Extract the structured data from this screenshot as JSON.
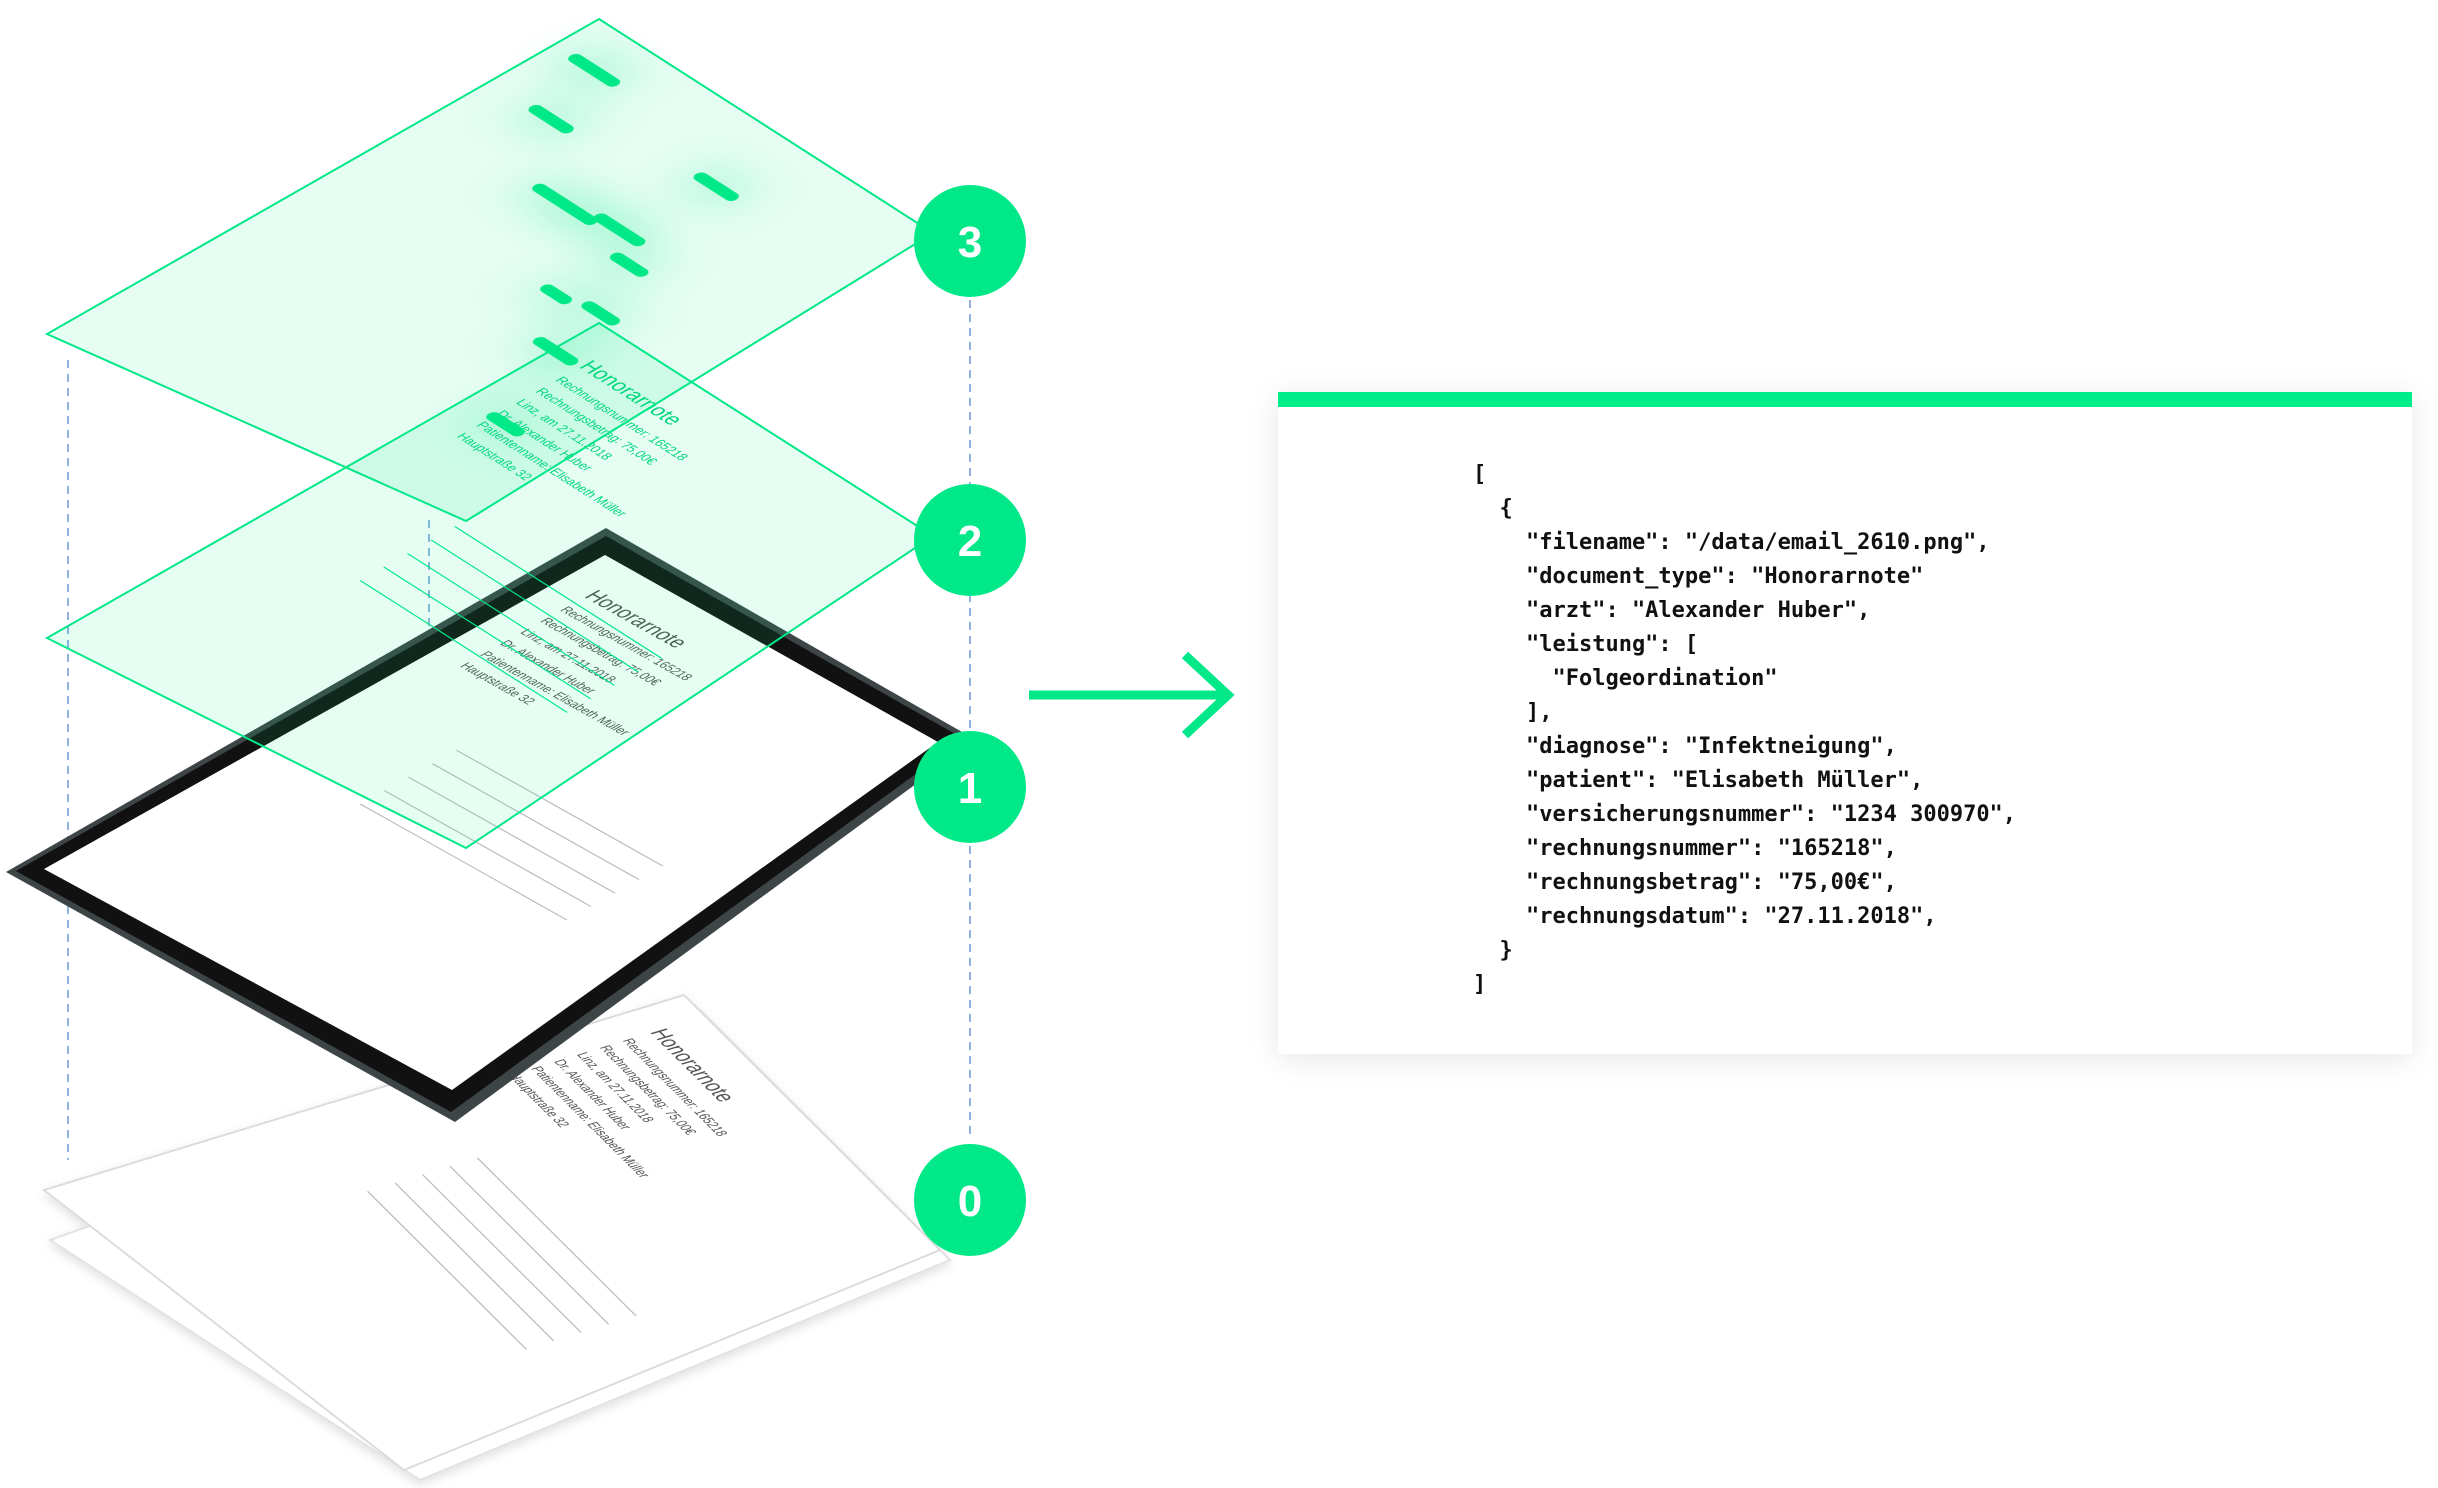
{
  "layers": [
    {
      "label": "3",
      "name": "extracted-fields-layer"
    },
    {
      "label": "2",
      "name": "ocr-text-layer"
    },
    {
      "label": "1",
      "name": "digital-document-layer"
    },
    {
      "label": "0",
      "name": "paper-document-layer"
    }
  ],
  "document": {
    "title": "Honorarnote",
    "lines": [
      "Rechnungsnummer: 165218",
      "Rechnungsbetrag: 75,00€",
      "Linz, am 27.11.2018",
      "Dr. Alexander Huber",
      "Patientenname: Elisabeth Müller",
      "Hauptstraße 32"
    ]
  },
  "colors": {
    "accent": "#00e887",
    "tablet": "#2f3537",
    "dashed": "#8fb4e0"
  },
  "code": {
    "lines": [
      "[",
      "  {",
      "    \"filename\": \"/data/email_2610.png\",",
      "    \"document_type\": \"Honorarnote\"",
      "    \"arzt\": \"Alexander Huber\",",
      "    \"leistung\": [",
      "      \"Folgeordination\"",
      "    ],",
      "    \"diagnose\": \"Infektneigung\",",
      "    \"patient\": \"Elisabeth Müller\",",
      "    \"versicherungsnummer\": \"1234 300970\",",
      "    \"rechnungsnummer\": \"165218\",",
      "    \"rechnungsbetrag\": \"75,00€\",",
      "    \"rechnungsdatum\": \"27.11.2018\",",
      "  }",
      "]"
    ]
  }
}
